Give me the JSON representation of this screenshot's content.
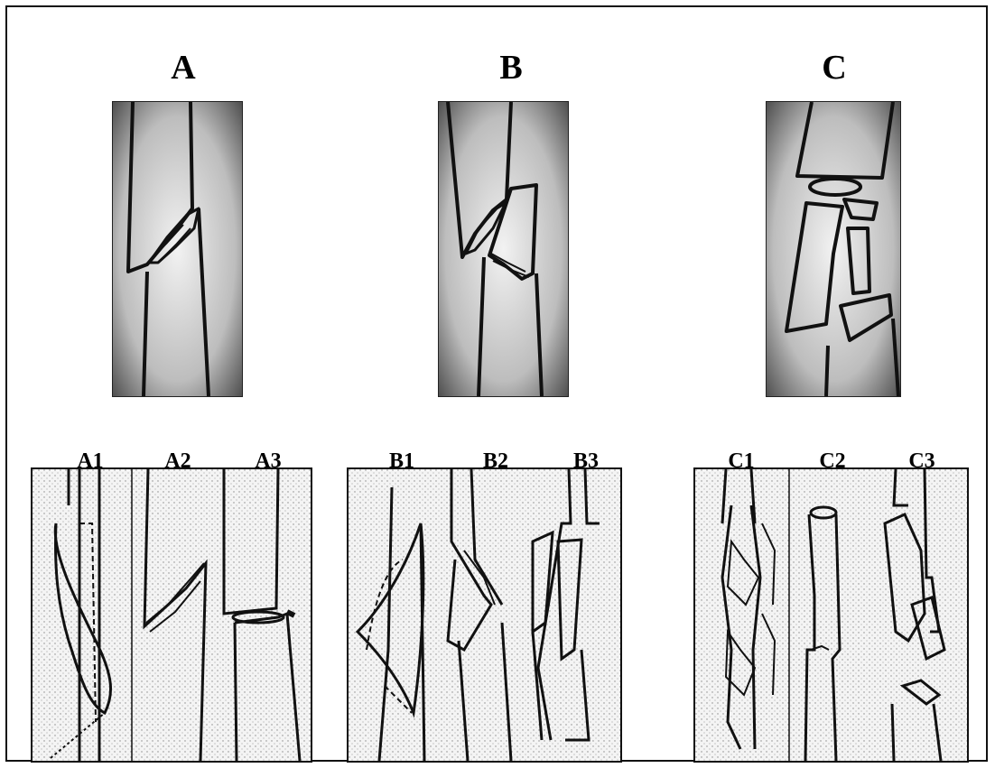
{
  "figure": {
    "labels": {
      "type_a": "A",
      "type_b": "B",
      "type_c": "C"
    },
    "sublabels": {
      "a1": "A1",
      "a2": "A2",
      "a3": "A3",
      "b1": "B1",
      "b2": "B2",
      "b3": "B3",
      "c1": "C1",
      "c2": "C2",
      "c3": "C3"
    }
  },
  "colors": {
    "ink": "#111111",
    "panel_dark": "#4a4a4a",
    "panel_light": "#d9d9d9"
  }
}
